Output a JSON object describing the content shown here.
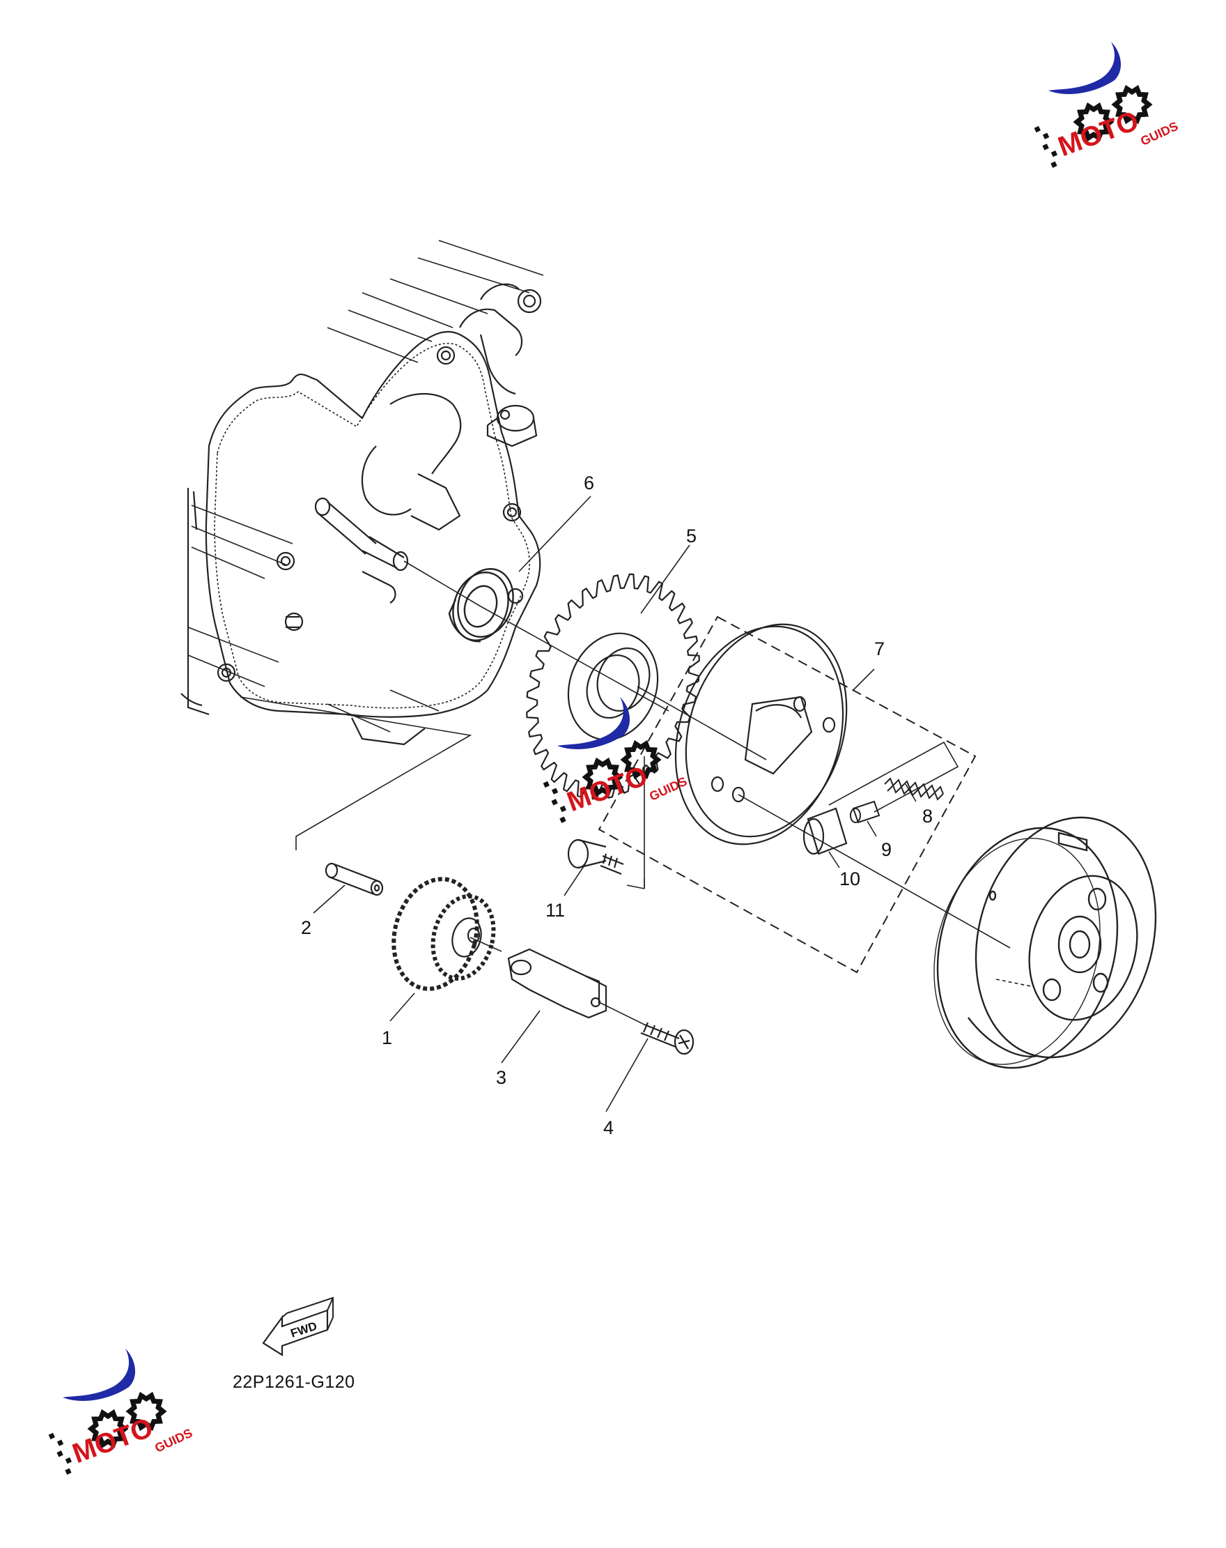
{
  "diagram": {
    "callouts": [
      {
        "id": "1",
        "label": "1"
      },
      {
        "id": "2",
        "label": "2"
      },
      {
        "id": "3",
        "label": "3"
      },
      {
        "id": "4",
        "label": "4"
      },
      {
        "id": "5",
        "label": "5"
      },
      {
        "id": "6",
        "label": "6"
      },
      {
        "id": "7",
        "label": "7"
      },
      {
        "id": "8",
        "label": "8"
      },
      {
        "id": "9",
        "label": "9"
      },
      {
        "id": "10",
        "label": "10"
      },
      {
        "id": "11",
        "label": "11"
      }
    ],
    "fwd_arrow_label": "FWD",
    "diagram_code": "22P1261-G120"
  },
  "watermark": {
    "brand_word": "MOTO",
    "brand_suffix": "GUIDS",
    "colors": {
      "blue": "#1f2aa6",
      "red": "#d4141c",
      "black": "#111111"
    }
  }
}
